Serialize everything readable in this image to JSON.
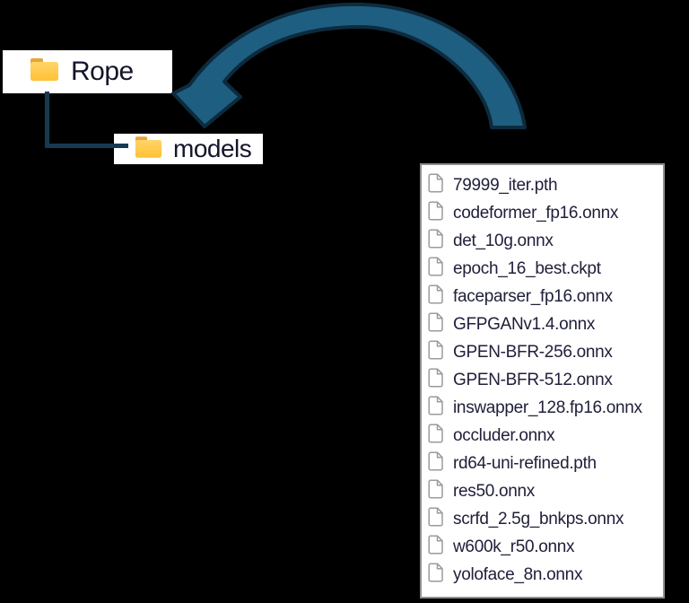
{
  "background": "#000000",
  "tree": {
    "parent_folder": {
      "label": "Rope"
    },
    "child_folder": {
      "label": "models"
    },
    "connector_color": "#173A52"
  },
  "arrow": {
    "fill": "#1E5E80",
    "outline": "#0D2B3E"
  },
  "folder_icon": {
    "tab_color": "#E8A33B",
    "body_top_color": "#FFD56A",
    "body_bottom_color": "#FFC133"
  },
  "file_icon": {
    "outline": "#9B9B9B",
    "fill": "#FFFFFF"
  },
  "file_panel": {
    "background": "#FFFFFF",
    "border_color": "#8F8F8F",
    "text_color": "#20203A",
    "files": [
      "79999_iter.pth",
      "codeformer_fp16.onnx",
      "det_10g.onnx",
      "epoch_16_best.ckpt",
      "faceparser_fp16.onnx",
      "GFPGANv1.4.onnx",
      "GPEN-BFR-256.onnx",
      "GPEN-BFR-512.onnx",
      "inswapper_128.fp16.onnx",
      "occluder.onnx",
      "rd64-uni-refined.pth",
      "res50.onnx",
      "scrfd_2.5g_bnkps.onnx",
      "w600k_r50.onnx",
      "yoloface_8n.onnx"
    ]
  }
}
